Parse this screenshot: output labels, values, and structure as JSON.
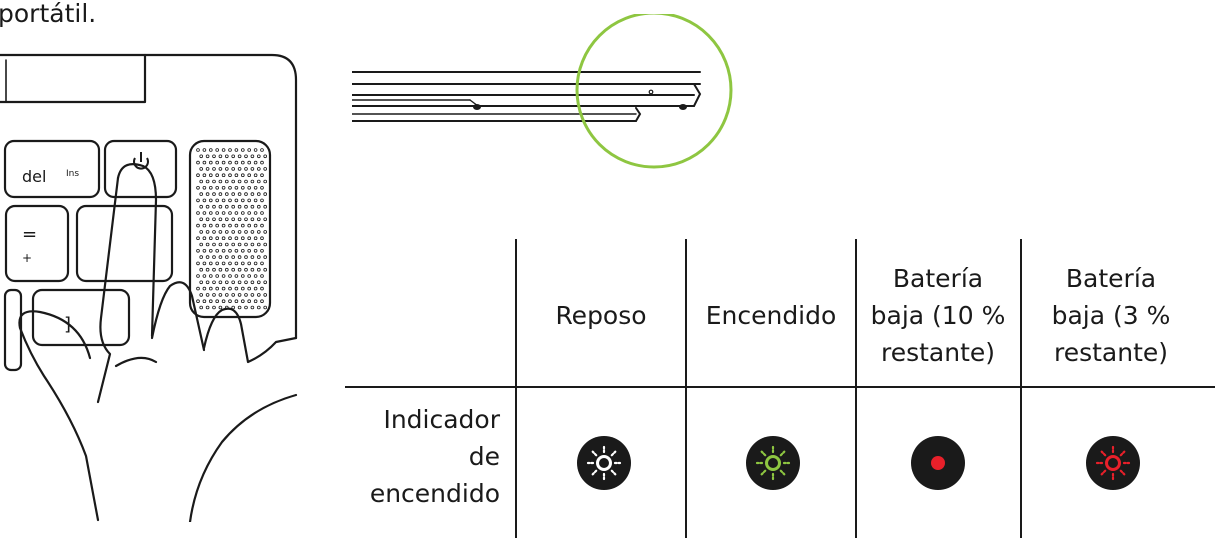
{
  "intro": {
    "text": "portátil."
  },
  "keyboard": {
    "keys": {
      "del": "del",
      "ins": "Ins",
      "equals": "=",
      "plus": "+",
      "bracket": "]"
    }
  },
  "table": {
    "columns": [
      {
        "lines": [
          "Reposo"
        ]
      },
      {
        "lines": [
          "Encendido"
        ]
      },
      {
        "lines": [
          "Batería",
          "baja (10 %",
          "restante)"
        ]
      },
      {
        "lines": [
          "Batería",
          "baja (3 %",
          "restante)"
        ]
      }
    ],
    "row_label": [
      "Indicador",
      "de",
      "encendido"
    ],
    "indicators": [
      {
        "state": "sleep",
        "icon": "light-glow-icon",
        "color": "#ffffff"
      },
      {
        "state": "on",
        "icon": "light-glow-icon",
        "color": "#8ec641"
      },
      {
        "state": "battery-low-10",
        "icon": "solid-dot-icon",
        "color": "#e8202a"
      },
      {
        "state": "battery-low-3",
        "icon": "light-glow-icon",
        "color": "#e8202a"
      }
    ]
  },
  "colors": {
    "highlight_circle": "#8ec641",
    "led_background": "#1a1a1a"
  }
}
